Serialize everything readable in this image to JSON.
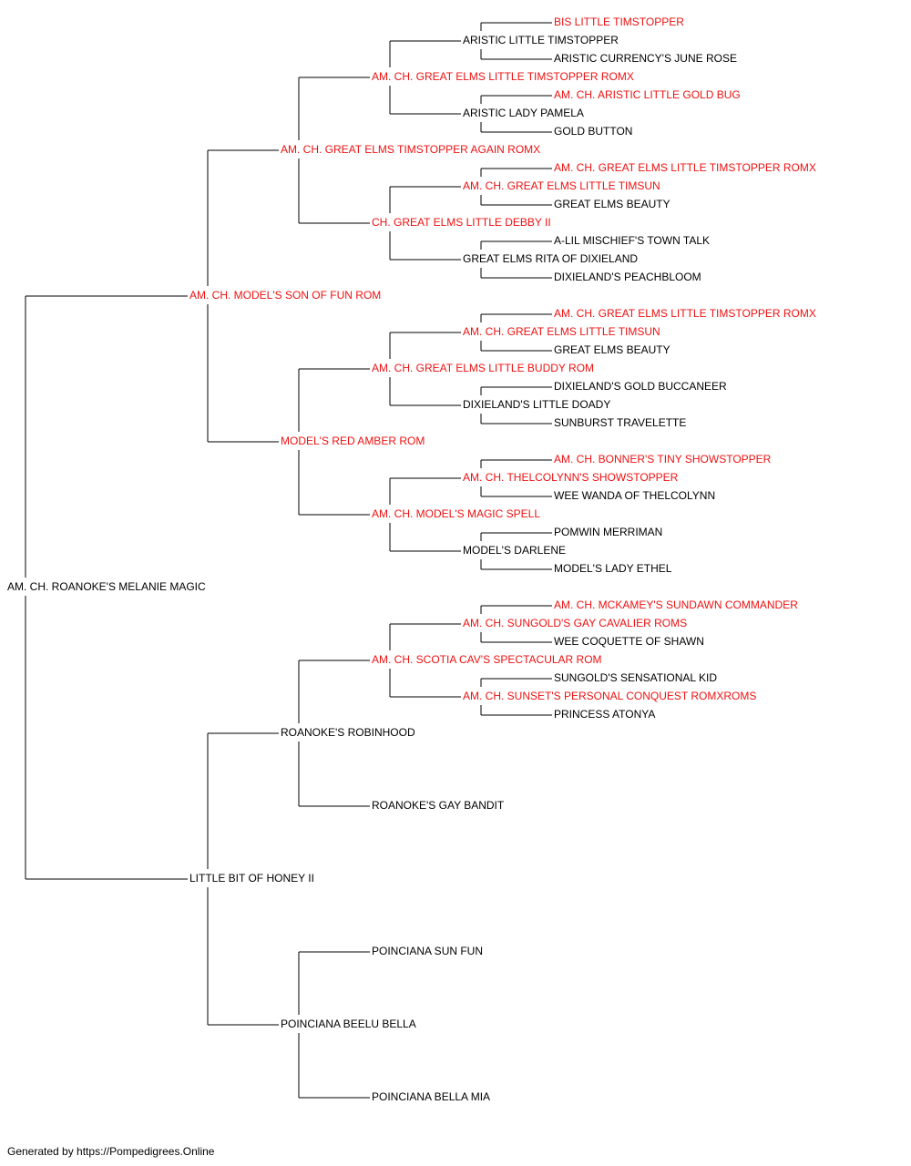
{
  "colors": {
    "titled": "#ee1111",
    "plain": "#000000",
    "line": "#000000"
  },
  "pedigree": {
    "name": "AM. CH. ROANOKE'S MELANIE MAGIC",
    "titled": false,
    "sire": {
      "name": "AM. CH. MODEL'S SON OF FUN ROM",
      "titled": true,
      "sire": {
        "name": "AM. CH. GREAT ELMS TIMSTOPPER AGAIN ROMX",
        "titled": true,
        "sire": {
          "name": "AM. CH. GREAT ELMS LITTLE TIMSTOPPER ROMX",
          "titled": true,
          "sire": {
            "name": "ARISTIC LITTLE TIMSTOPPER",
            "titled": false,
            "sire": {
              "name": "BIS LITTLE TIMSTOPPER",
              "titled": true
            },
            "dam": {
              "name": "ARISTIC CURRENCY'S JUNE ROSE",
              "titled": false
            }
          },
          "dam": {
            "name": "ARISTIC LADY PAMELA",
            "titled": false,
            "sire": {
              "name": "AM. CH. ARISTIC LITTLE GOLD BUG",
              "titled": true
            },
            "dam": {
              "name": "GOLD BUTTON",
              "titled": false
            }
          }
        },
        "dam": {
          "name": "CH. GREAT ELMS LITTLE DEBBY II",
          "titled": true,
          "sire": {
            "name": "AM. CH. GREAT ELMS LITTLE TIMSUN",
            "titled": true,
            "sire": {
              "name": "AM. CH. GREAT ELMS LITTLE TIMSTOPPER ROMX",
              "titled": true
            },
            "dam": {
              "name": "GREAT ELMS BEAUTY",
              "titled": false
            }
          },
          "dam": {
            "name": "GREAT ELMS RITA OF DIXIELAND",
            "titled": false,
            "sire": {
              "name": "A-LIL MISCHIEF'S TOWN TALK",
              "titled": false
            },
            "dam": {
              "name": "DIXIELAND'S PEACHBLOOM",
              "titled": false
            }
          }
        }
      },
      "dam": {
        "name": "MODEL'S RED AMBER ROM",
        "titled": true,
        "sire": {
          "name": "AM. CH. GREAT ELMS LITTLE BUDDY ROM",
          "titled": true,
          "sire": {
            "name": "AM. CH. GREAT ELMS LITTLE TIMSUN",
            "titled": true,
            "sire": {
              "name": "AM. CH. GREAT ELMS LITTLE TIMSTOPPER ROMX",
              "titled": true
            },
            "dam": {
              "name": "GREAT ELMS BEAUTY",
              "titled": false
            }
          },
          "dam": {
            "name": "DIXIELAND'S LITTLE DOADY",
            "titled": false,
            "sire": {
              "name": "DIXIELAND'S GOLD BUCCANEER",
              "titled": false
            },
            "dam": {
              "name": "SUNBURST TRAVELETTE",
              "titled": false
            }
          }
        },
        "dam": {
          "name": "AM. CH. MODEL'S MAGIC SPELL",
          "titled": true,
          "sire": {
            "name": "AM. CH. THELCOLYNN'S SHOWSTOPPER",
            "titled": true,
            "sire": {
              "name": "AM. CH. BONNER'S TINY SHOWSTOPPER",
              "titled": true
            },
            "dam": {
              "name": "WEE WANDA OF THELCOLYNN",
              "titled": false
            }
          },
          "dam": {
            "name": "MODEL'S DARLENE",
            "titled": false,
            "sire": {
              "name": "POMWIN MERRIMAN",
              "titled": false
            },
            "dam": {
              "name": "MODEL'S LADY ETHEL",
              "titled": false
            }
          }
        }
      }
    },
    "dam": {
      "name": "LITTLE BIT OF HONEY II",
      "titled": false,
      "sire": {
        "name": "ROANOKE'S ROBINHOOD",
        "titled": false,
        "sire": {
          "name": "AM. CH. SCOTIA CAV'S SPECTACULAR ROM",
          "titled": true,
          "sire": {
            "name": "AM. CH. SUNGOLD'S GAY CAVALIER ROMS",
            "titled": true,
            "sire": {
              "name": "AM. CH. MCKAMEY'S SUNDAWN COMMANDER",
              "titled": true
            },
            "dam": {
              "name": "WEE COQUETTE OF SHAWN",
              "titled": false
            }
          },
          "dam": {
            "name": "AM. CH. SUNSET'S PERSONAL CONQUEST ROMXROMS",
            "titled": true,
            "sire": {
              "name": "SUNGOLD'S SENSATIONAL KID",
              "titled": false
            },
            "dam": {
              "name": "PRINCESS ATONYA",
              "titled": false
            }
          }
        },
        "dam": {
          "name": "ROANOKE'S GAY BANDIT",
          "titled": false
        }
      },
      "dam": {
        "name": "POINCIANA BEELU BELLA",
        "titled": false,
        "sire": {
          "name": "POINCIANA SUN FUN",
          "titled": false
        },
        "dam": {
          "name": "POINCIANA BELLA MIA",
          "titled": false
        }
      }
    }
  },
  "footer": "Generated by https://Pompedigrees.Online"
}
